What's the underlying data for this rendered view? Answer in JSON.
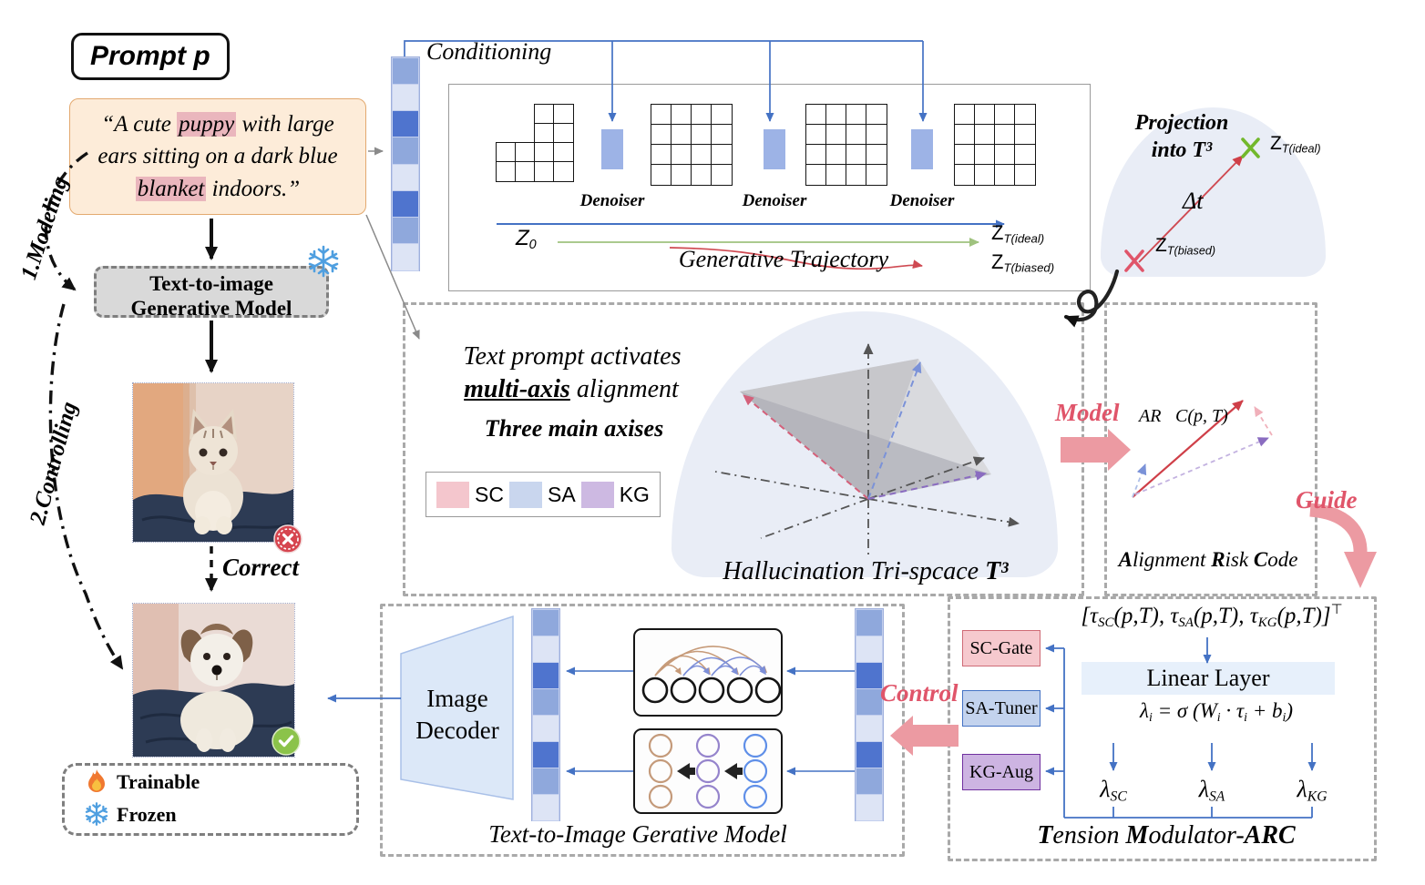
{
  "palette": {
    "cells": {
      "d": "#4f74ce",
      "m": "#8fa8dc",
      "x": "#dde4f5"
    },
    "blue": "#4472c4",
    "red_label": "#e0556a",
    "pink_arrow": "#ec9aa2",
    "dome": "#e9edf6",
    "denoiser_fill": "#9db3e6",
    "linear_fill": "#e7f0fb",
    "prompt_fill": "#fdecd9",
    "prompt_border": "#e3a96f",
    "highlight": "#eab6bd",
    "t2i_fill": "#d9d9d9"
  },
  "cells_pattern": [
    "m",
    "x",
    "d",
    "m",
    "x",
    "d",
    "m",
    "x"
  ],
  "prompt": {
    "tag": "Prompt p",
    "text": [
      {
        "t": "“A cute ",
        "i": true
      },
      {
        "t": "puppy",
        "i": true,
        "hl": "#eab6bd"
      },
      {
        "t": " with large ears sitting on a dark blue ",
        "i": true
      },
      {
        "t": "blanket",
        "i": true,
        "hl": "#eab6bd"
      },
      {
        "t": " indoors.”",
        "i": true
      }
    ]
  },
  "flow": {
    "modeling": "1.Modeling",
    "controlling": "2.Controlling",
    "t2i_l1": "Text-to-image",
    "t2i_l2": "Generative Model",
    "correct": "Correct"
  },
  "legend": {
    "trainable": "Trainable",
    "frozen": "Frozen"
  },
  "pipeline": {
    "conditioning": "Conditioning",
    "denoisers": [
      "Denoiser",
      "Denoiser",
      "Denoiser"
    ],
    "z0": [
      {
        "t": "Z",
        "i": true
      },
      {
        "t": "0",
        "i": true,
        "sub": true
      }
    ],
    "trajectory": "Generative Trajectory",
    "zt_ideal": [
      {
        "t": "Z"
      },
      {
        "t": "T(ideal)",
        "i": true,
        "sub": true
      }
    ],
    "zt_biased": [
      {
        "t": "Z"
      },
      {
        "t": "T(biased)",
        "i": true,
        "sub": true
      }
    ]
  },
  "projection": {
    "title_l1": "Projection",
    "title_l2": "into T³",
    "delta": "Δt",
    "zt_ideal": [
      {
        "t": "Z"
      },
      {
        "t": "T(ideal)",
        "i": true,
        "sub": true
      }
    ],
    "zt_biased": [
      {
        "t": "Z"
      },
      {
        "t": "T(biased)",
        "i": true,
        "sub": true
      }
    ]
  },
  "trispace": {
    "line1": "Text prompt activates",
    "line2": [
      {
        "t": "multi-axis",
        "b": true,
        "i": true,
        "u": true
      },
      {
        "t": " alignment",
        "i": true
      }
    ],
    "line3": "Three main axises",
    "legend": [
      {
        "label": "SC",
        "color": "#f4c6cd"
      },
      {
        "label": "SA",
        "color": "#c9d6ee"
      },
      {
        "label": "KG",
        "color": "#cdb9e2"
      }
    ],
    "caption": [
      {
        "t": "Hallucination Tri-spcace ",
        "i": true
      },
      {
        "t": "T³",
        "i": true,
        "b": true
      }
    ]
  },
  "arc": {
    "vector_label": [
      {
        "t": "AR⃗C(p, T)",
        "i": true
      }
    ],
    "caption": [
      {
        "t": "A",
        "b": true,
        "i": true
      },
      {
        "t": "lignment ",
        "i": true
      },
      {
        "t": "R",
        "b": true,
        "i": true
      },
      {
        "t": "isk ",
        "i": true
      },
      {
        "t": "C",
        "b": true,
        "i": true
      },
      {
        "t": "ode",
        "i": true
      }
    ]
  },
  "actions": {
    "model": "Model",
    "guide": "Guide",
    "control": "Control"
  },
  "modulator": {
    "formula_top": [
      {
        "t": "[τ",
        "i": true
      },
      {
        "t": "SC",
        "i": true,
        "sub": true
      },
      {
        "t": "(p,T), τ",
        "i": true
      },
      {
        "t": "SA",
        "i": true,
        "sub": true
      },
      {
        "t": "(p,T), τ",
        "i": true
      },
      {
        "t": "KG",
        "i": true,
        "sub": true
      },
      {
        "t": "(p,T)]",
        "i": true
      },
      {
        "t": "⊤",
        "sup": true
      }
    ],
    "linear": "Linear Layer",
    "formula_lambda": [
      {
        "t": "λ",
        "i": true
      },
      {
        "t": "i",
        "i": true,
        "sub": true
      },
      {
        "t": " = σ (W",
        "i": true
      },
      {
        "t": "i",
        "i": true,
        "sub": true
      },
      {
        "t": " · τ",
        "i": true
      },
      {
        "t": "i",
        "i": true,
        "sub": true
      },
      {
        "t": " + b",
        "i": true
      },
      {
        "t": "i",
        "i": true,
        "sub": true
      },
      {
        "t": ")",
        "i": true
      }
    ],
    "gates": [
      {
        "label": "SC-Gate",
        "fill": "#f6c9ce",
        "border": "#cf6b76"
      },
      {
        "label": "SA-Tuner",
        "fill": "#c3d3ee",
        "border": "#4472c4"
      },
      {
        "label": "KG-Aug",
        "fill": "#cdb4e2",
        "border": "#7030a0"
      }
    ],
    "lambdas": [
      [
        {
          "t": "λ",
          "i": true
        },
        {
          "t": "SC",
          "i": true,
          "sub": true
        }
      ],
      [
        {
          "t": "λ",
          "i": true
        },
        {
          "t": "SA",
          "i": true,
          "sub": true
        }
      ],
      [
        {
          "t": "λ",
          "i": true
        },
        {
          "t": "KG",
          "i": true,
          "sub": true
        }
      ]
    ],
    "caption": [
      {
        "t": "T",
        "b": true,
        "i": true
      },
      {
        "t": "ension ",
        "i": true
      },
      {
        "t": "M",
        "b": true,
        "i": true
      },
      {
        "t": "odulator-",
        "i": true
      },
      {
        "t": "ARC",
        "b": true,
        "i": true
      }
    ]
  },
  "generator": {
    "decoder": "Image Decoder",
    "caption": "Text-to-Image Gerative Model"
  }
}
